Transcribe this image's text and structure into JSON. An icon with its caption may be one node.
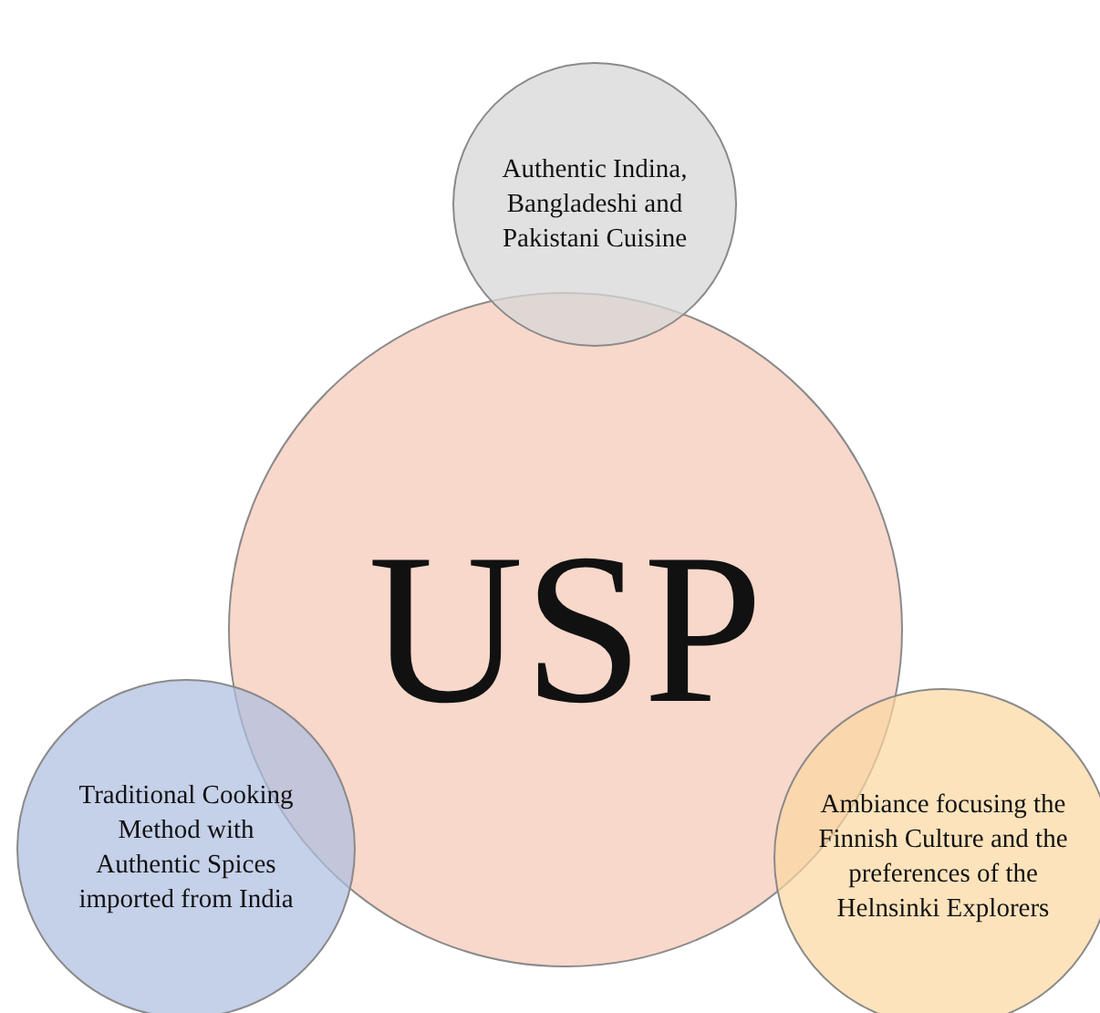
{
  "diagram": {
    "nodes": [
      {
        "text": [
          "Authentic Indina, Bangladeshi and Pakistani Cuisine"
        ]
      },
      {
        "text": [
          "USP"
        ]
      },
      {
        "text": [
          "Traditional Cooking Method with Authentic Spices imported from India"
        ]
      },
      {
        "text": [
          "Ambiance focusing the Finnish Culture and the preferences of the Helnsinki Explorers"
        ]
      }
    ]
  }
}
